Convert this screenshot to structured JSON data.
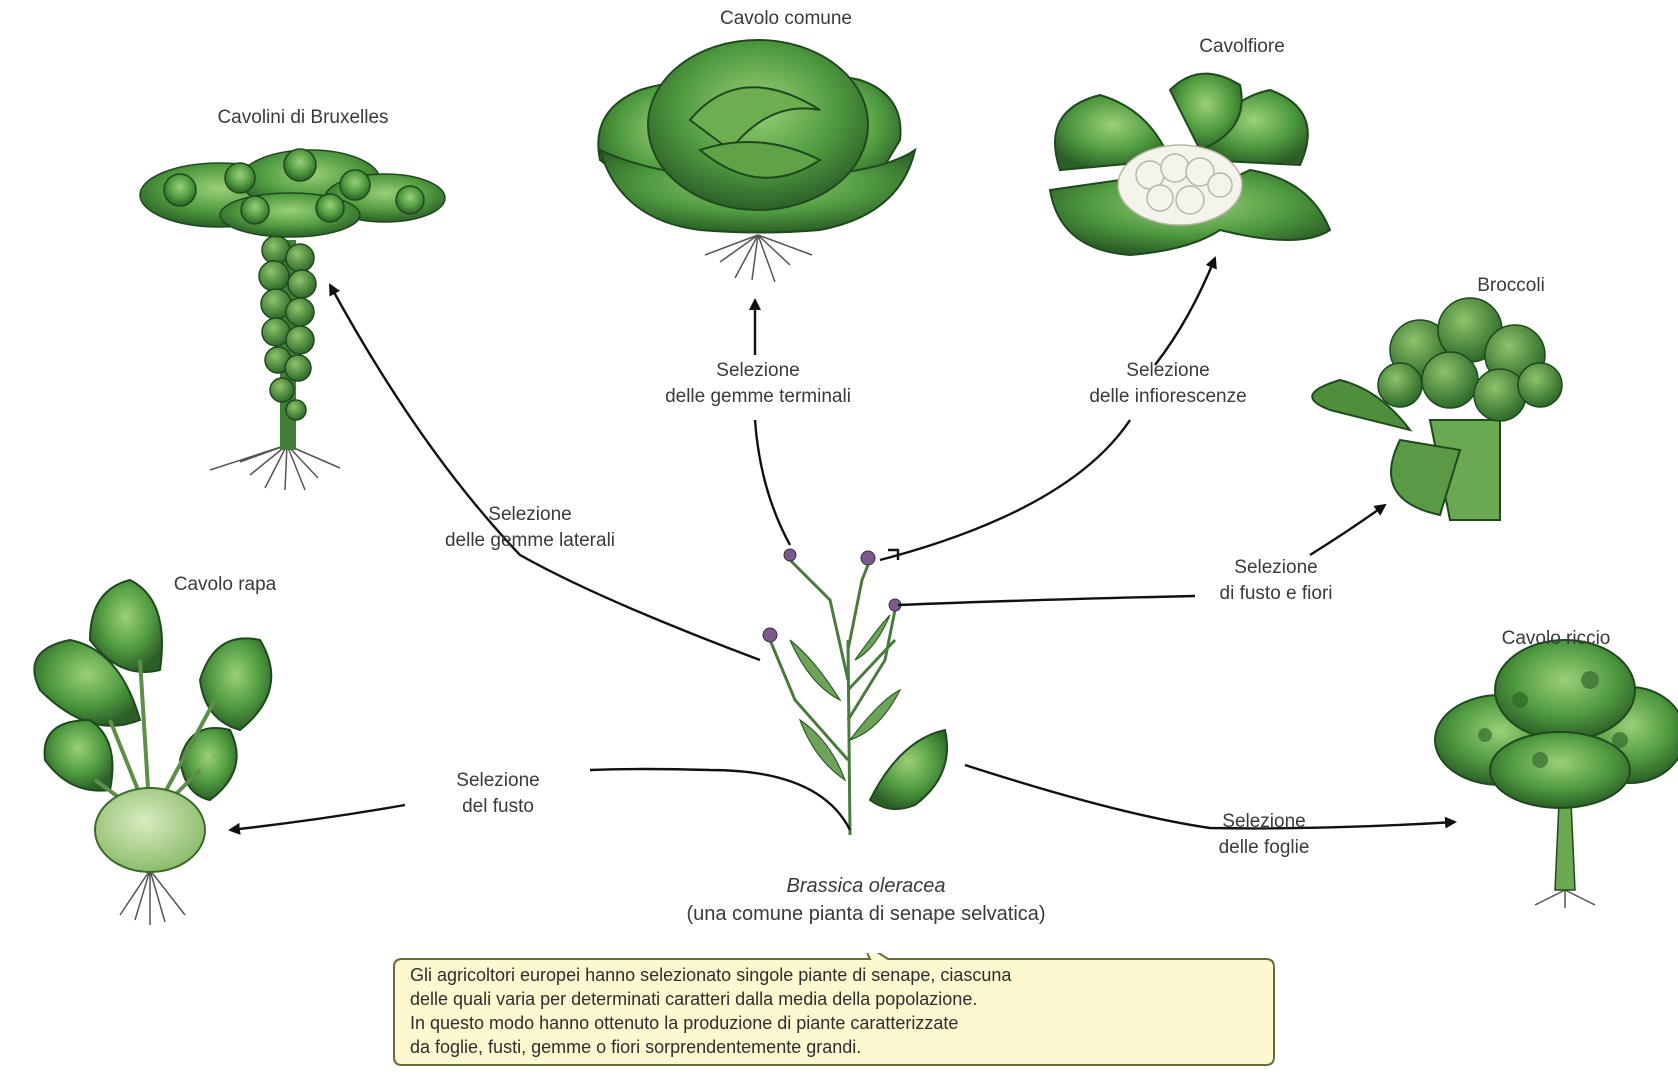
{
  "plants": {
    "cavolini": "Cavolini di Bruxelles",
    "cavolo_comune": "Cavolo comune",
    "cavolfiore": "Cavolfiore",
    "broccoli": "Broccoli",
    "cavolo_rapa": "Cavolo rapa",
    "cavolo_riccio": "Cavolo riccio"
  },
  "selections": {
    "gemme_laterali": [
      "Selezione",
      "delle gemme laterali"
    ],
    "gemme_terminali": [
      "Selezione",
      "delle gemme terminali"
    ],
    "infiorescenze": [
      "Selezione",
      "delle infiorescenze"
    ],
    "fusto_fiori": [
      "Selezione",
      "di fusto e fiori"
    ],
    "fusto": [
      "Selezione",
      "del fusto"
    ],
    "foglie": [
      "Selezione",
      "delle foglie"
    ]
  },
  "center": {
    "scientific_name": "Brassica oleracea",
    "common_name": "(una comune pianta di senape selvatica)"
  },
  "callout": {
    "lines": [
      "Gli agricoltori europei hanno selezionato singole piante di senape, ciascuna",
      "delle quali varia per determinati caratteri dalla media della popolazione.",
      "In questo modo hanno ottenuto la produzione di piante caratterizzate",
      "da foglie, fusti, gemme o fiori sorprendentemente grandi."
    ]
  },
  "colors": {
    "leaf_dark": "#2f6b2c",
    "leaf": "#4f9a3f",
    "leaf_light": "#8cc06a",
    "cauliflower": "#f2f2ea",
    "callout_fill": "#fdf8cf",
    "callout_border": "#6b6b3a",
    "arrow": "#111111"
  }
}
